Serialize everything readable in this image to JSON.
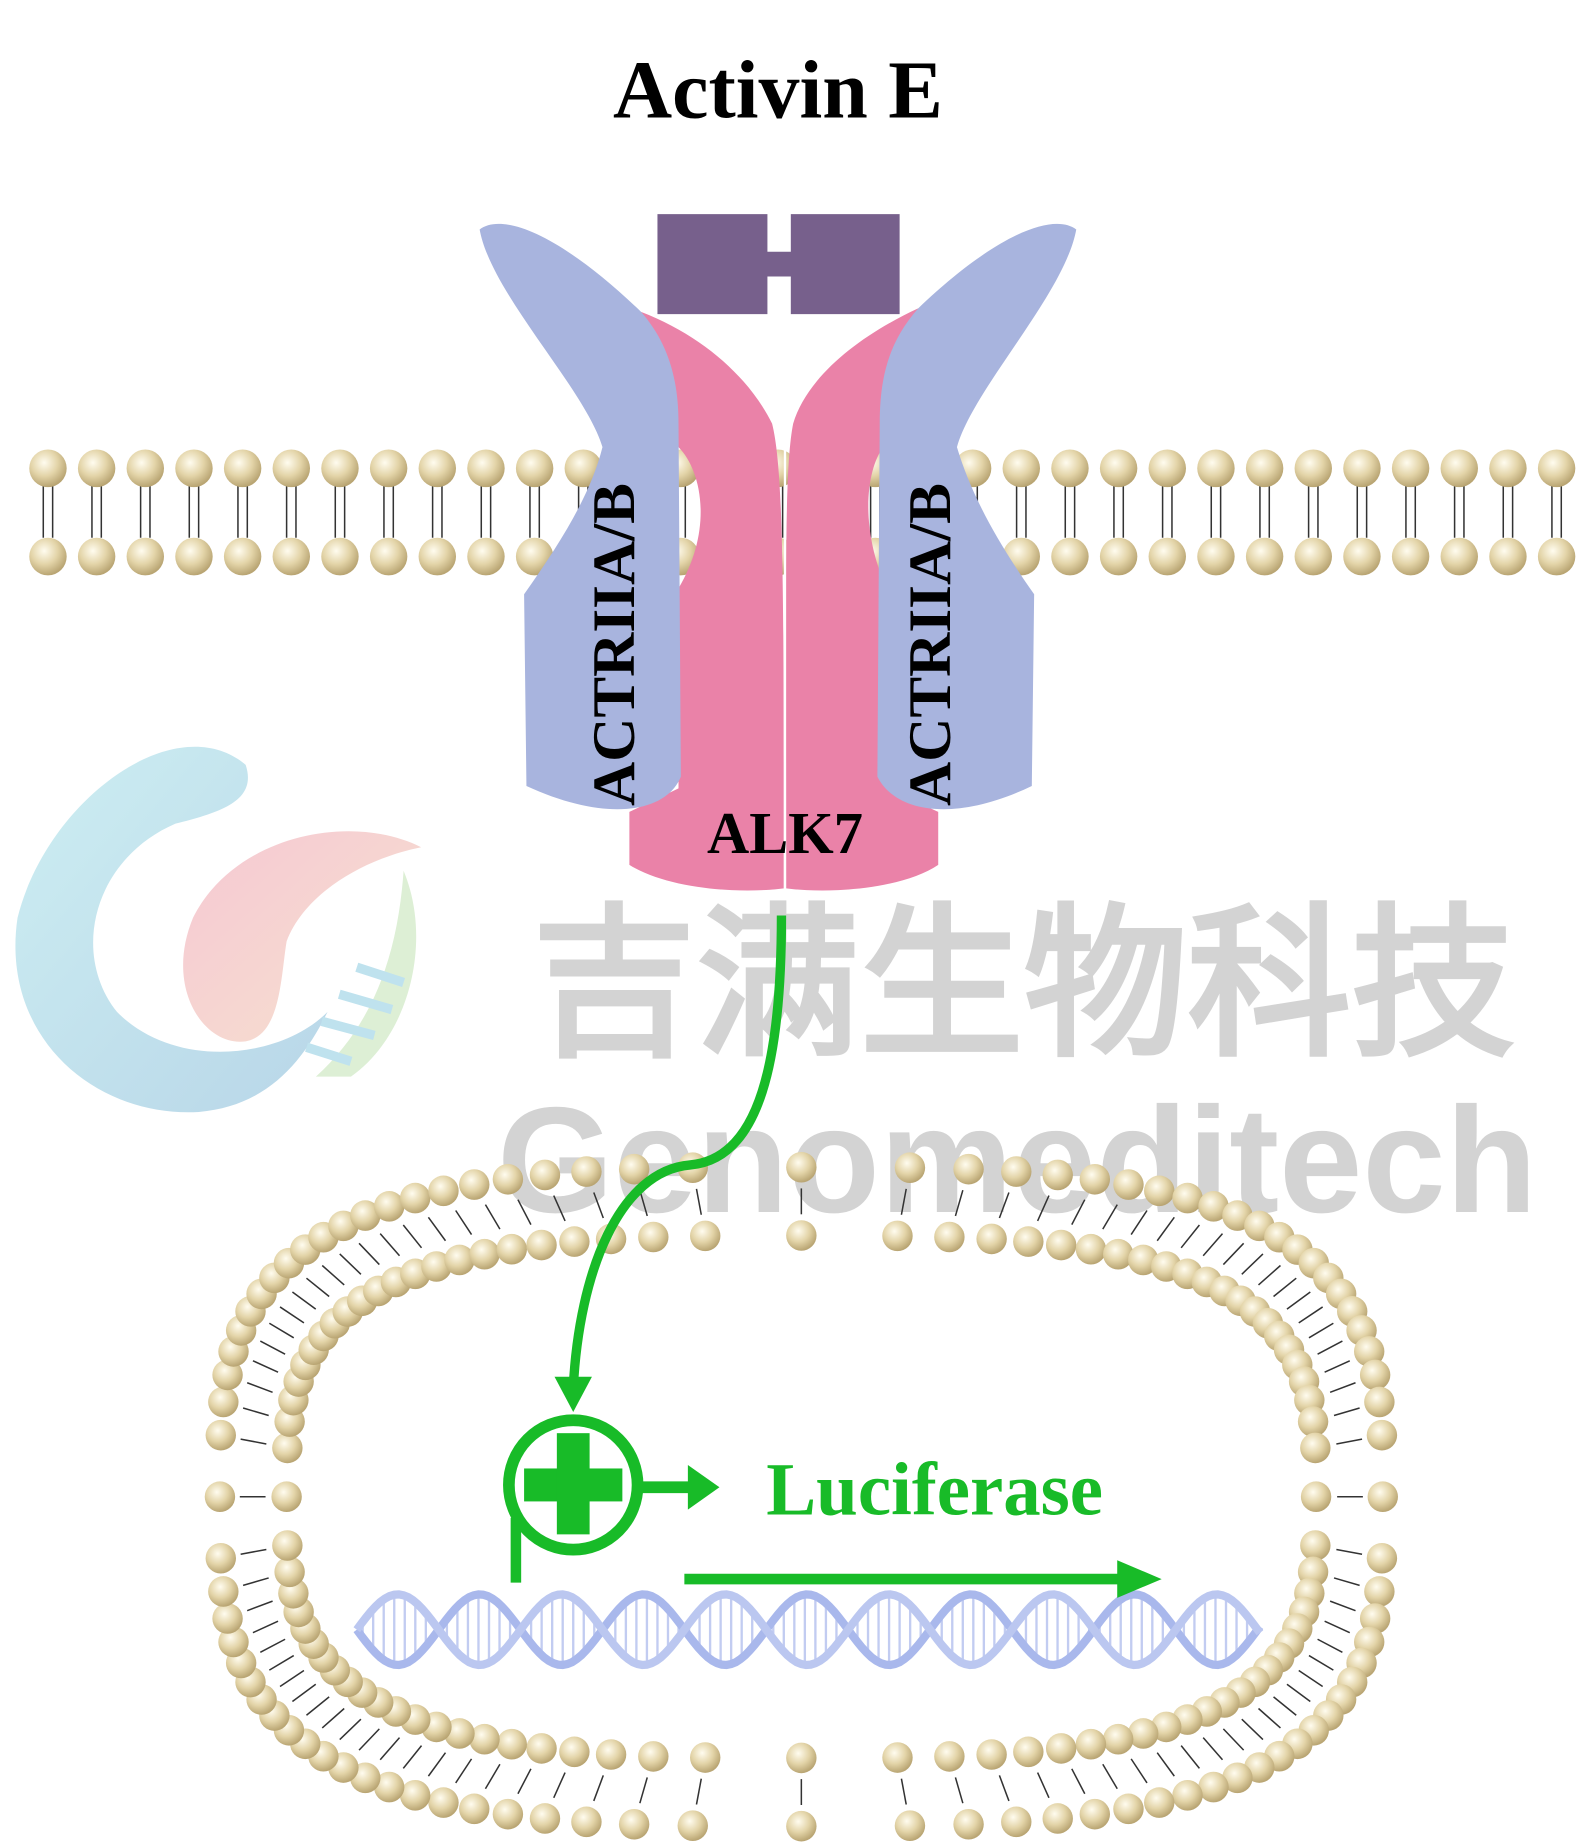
{
  "title": "Activin E",
  "receptors": {
    "left_label": "ACTRIIA/B",
    "right_label": "ACTRIIA/B",
    "center_label": "ALK7"
  },
  "reporter": {
    "label": "Luciferase"
  },
  "watermark": {
    "chinese": "吉满生物科技",
    "english": "Genomeditech"
  },
  "colors": {
    "ligand": "#77608C",
    "type2_receptor": "#A8B4DE",
    "alk7": "#EA82A8",
    "signal": "#18BB28",
    "lipid": "#D8C79A",
    "dna": "#A9B8EC",
    "watermark": "#D3D3D3"
  }
}
